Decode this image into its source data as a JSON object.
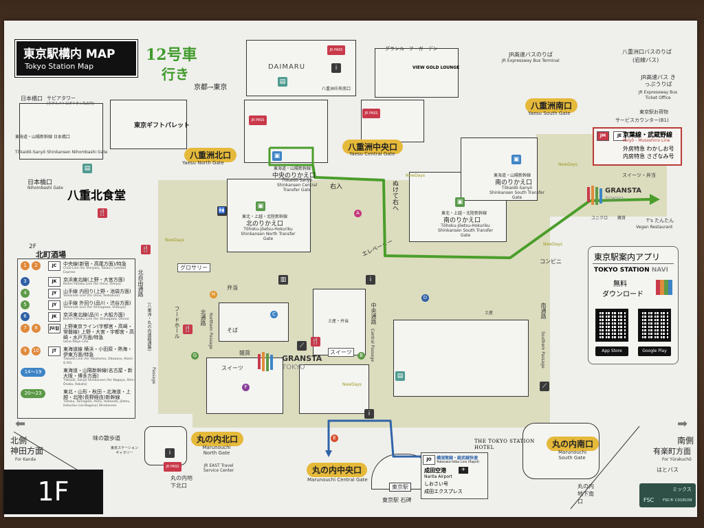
{
  "title": {
    "jp": "東京駅構内 MAP",
    "en": "Tokyo Station Map"
  },
  "floor": "1F",
  "handwritten": {
    "car": "12号車",
    "go": "行き",
    "direction": "京都→東京",
    "enter": "右入",
    "turn": "ぬけて右へ",
    "elevator": "エレベーター",
    "convenience": "コンビニ"
  },
  "gates": [
    {
      "jp": "八重洲北口",
      "en": "Yaesu North Gate"
    },
    {
      "jp": "八重洲中央口",
      "en": "Yaesu Central Gate"
    },
    {
      "jp": "八重洲南口",
      "en": "Yaesu South Gate"
    },
    {
      "jp": "丸の内北口",
      "en": "Marunouchi North Gate"
    },
    {
      "jp": "丸の内中央口",
      "en": "Marunouchi Central Gate"
    },
    {
      "jp": "丸の内南口",
      "en": "Marunouchi South Gate"
    }
  ],
  "transfer_gates": [
    {
      "jp": "中央のりかえ口",
      "sub": "東海道・山陽新幹線",
      "en": "Tōkaidō-Sanyō Shinkansen Central Transfer Gate"
    },
    {
      "jp": "北のりかえ口",
      "sub": "東北・上越・北陸新幹線",
      "en": "Tōhoku-Jōetsu-Hokuriku Shinkansen North Transfer Gate"
    },
    {
      "jp": "南のりかえ口",
      "sub": "東海道・山陽新幹線",
      "en": "Tōkaidō-Sanyō Shinkansen South Transfer Gate"
    },
    {
      "jp": "南のりかえ口",
      "sub": "東北・上越・北陸新幹線",
      "en": "Tōhoku-Jōetsu-Hokuriku Shinkansen South Transfer Gate"
    }
  ],
  "places": {
    "nihombashi": "日本橋口",
    "sapia": "サピアタワー",
    "sapia_sub": "(ホテルメトロポリタン丸の内)",
    "nihombashi_shinkansen": "東海道・山陽新幹線 日本橋口",
    "nihombashi_shinkansen_en": "Tōkaidō-Sanyō Shinkansen Nihombashi Gate",
    "nihombashi_gate": "日本橋口",
    "nihombashi_gate_en": "Nihombashi Gate",
    "gift_palette": "東京ギフトパレット",
    "yaesu_kitashokudo": "八重北食堂",
    "daimaru": "DAIMARU",
    "jr_pass": "JR PASS",
    "view_gold": "VIEW GOLD LOUNGE",
    "grand_roof": "グランルーフ・ガーデン",
    "yaesu_central_south": "八重洲中央南口",
    "bus_terminal": "JR高速バスのりば",
    "bus_terminal_en": "JR Expressway Bus Terminal",
    "yaesu_bus": "八重洲口バスのりば",
    "yaesu_bus_sub": "(岩線バス)",
    "bus_ticket": "JR高速バス きっぷうりば",
    "bus_ticket_en": "JR Expressway Bus Ticket Office",
    "baggage": "東京駅お荷物",
    "service_counter": "サービスカウンター(B1)",
    "kitamachi_floor": "2F",
    "kitamachi": "北町酒場",
    "grocery": "グロサリー",
    "foodhall": "フードホール",
    "bento": "弁当",
    "soba": "そば",
    "zakka": "雑貨",
    "sweets": "スイーツ",
    "souvenir_bento": "土産・弁当",
    "souvenir": "土産",
    "north_passage": "北通路",
    "north_passage_en": "Northern Passage",
    "central_passage": "中央通路",
    "central_passage_en": "Central Passage",
    "south_passage": "南通路",
    "south_passage_en": "Southern Passage",
    "kitajiyu": "北自由通路",
    "kitajiyu_sub": "(八重洲・丸の内連絡通路)",
    "kitajiyu_en": "Passage",
    "granstal": "GRANSTA",
    "granstal_sub": "TOKYO",
    "sweets_bento": "スイーツ・弁当",
    "uniqlo": "ユニクロ",
    "zakka2": "雑貨",
    "ts_tantan": "T's たんたん",
    "ts_tantan_en": "Vegan Restaurant",
    "aji_sanpo": "味の散歩道",
    "gallery": "東京ステーションギャラリー",
    "jr_east_travel": "JR EAST Travel Service Center",
    "marunouchi_chika_kita": "丸の内地下北口",
    "station_hotel": "THE TOKYO STATION HOTEL",
    "stone": "東京駅 石碑",
    "stone_sign": "東京駅",
    "marunouchi_chika_minami": "丸の内地下南口",
    "hato_bus": "はとバス",
    "north_side": "北側",
    "north_dir": "神田方面",
    "north_en": "For Kanda",
    "south_side": "南側",
    "south_dir": "有楽町方面",
    "south_en": "For Yūrakuchō",
    "newdays": "NewDays"
  },
  "legend": [
    {
      "tracks": [
        "1",
        "2"
      ],
      "color": "#e08a3c",
      "code": "JC",
      "jp": "中央線(新宿・高尾方面)/特急",
      "en": "Chūō Line (for Shinjuku, Takao) / Limited Express"
    },
    {
      "tracks": [
        "3"
      ],
      "color": "#2f5fa6",
      "code": "JK",
      "jp": "京浜東北線(上野・大宮方面)",
      "en": "Keihin-Tōhoku Line (for Ueno, Ōmiya)"
    },
    {
      "tracks": [
        "4"
      ],
      "color": "#5d9a48",
      "code": "JY",
      "jp": "山手線 内回り(上野・池袋方面)",
      "en": "Yamanote Line (for Ueno, Ikebukuro)"
    },
    {
      "tracks": [
        "5"
      ],
      "color": "#5d9a48",
      "code": "JY",
      "jp": "山手線 外回り(品川・渋谷方面)",
      "en": "Yamanote Line (for Shinagawa, Shibuya)"
    },
    {
      "tracks": [
        "6"
      ],
      "color": "#2f5fa6",
      "code": "JK",
      "jp": "京浜東北線(品川・大船方面)",
      "en": "Keihin-Tōhoku Line (for Shinagawa, Ōfuna)"
    },
    {
      "tracks": [
        "7",
        "8"
      ],
      "color": "#e08a3c",
      "code": "JU/JJ",
      "jp": "上野東京ライン(宇都宮・高崎・常磐線) 上野・大宮・宇都宮・高崎・水戸方面/特急",
      "en": "Ueno-Tokyo Line"
    },
    {
      "tracks": [
        "9",
        "10"
      ],
      "color": "#e08a3c",
      "code": "JT",
      "jp": "東海道線 横浜・小田原・熱海・伊東方面/特急",
      "en": "Tōkaidō Line (for Yokohama, Odawara, Atami & Itō)"
    },
    {
      "tracks": [
        "14〜19"
      ],
      "color": "#3d84c6",
      "code": "",
      "jp": "東海道・山陽新幹線(名古屋・新大阪・博多方面)",
      "en": "Tōkaidō, Sanyō Shinkansen (for Nagoya, Shin-Ōsaka, Hakata)"
    },
    {
      "tracks": [
        "20〜23"
      ],
      "color": "#5d9a48",
      "code": "",
      "jp": "東北・山形・秋田・北海道・上越・北陸(長野経由)新幹線",
      "en": "Tōhoku, Yamagata, Akita, Hokkaidō, Jōetsu, Hokuriku (via Nagano) Shinkansen"
    }
  ],
  "keiyo": {
    "codes": [
      "JM",
      "JE"
    ],
    "jp": "京葉線・武蔵野線",
    "en": "Keiyō - Musashino Line",
    "ltd1": "外房特急 わかしお号",
    "ltd2": "内房特急 さざなみ号"
  },
  "yokosuka": {
    "code": "JO",
    "jp": "横須賀線・総武線快速",
    "en": "Yokosuka-Sōbu Line (Rapid)",
    "airport": "成田空港",
    "airport_en": "Narita Airport",
    "exp1": "しおさい号",
    "exp2": "成田エクスプレス"
  },
  "app": {
    "title": "東京駅案内アプリ",
    "name_a": "TOKYO STATION ",
    "name_b": "NAVI",
    "free": "無料",
    "download": "ダウンロード",
    "appstore": "App Store",
    "googleplay": "Google Play"
  },
  "fsc": {
    "label": "FSC",
    "mix": "ミックス",
    "code": "FSC® C018109"
  },
  "colors": {
    "gate": "#e5b93a",
    "route_green": "#4a9e2a",
    "route_blue": "#2f63a8",
    "concourse": "#dcdcbf",
    "keiyo_border": "#b93a35"
  }
}
